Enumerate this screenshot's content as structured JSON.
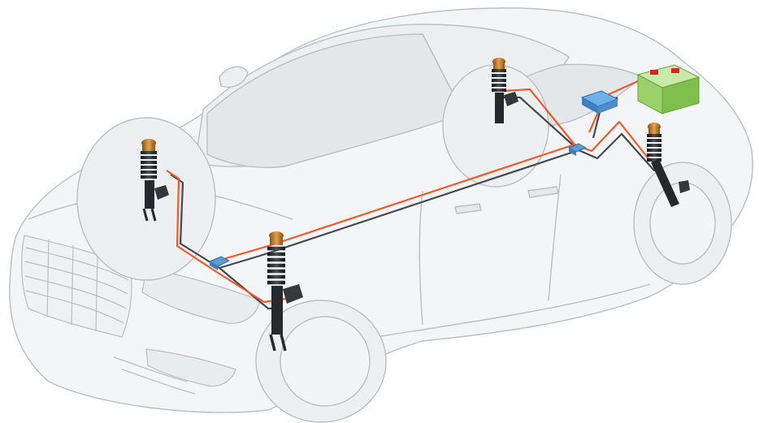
{
  "diagram": {
    "subject": "car-suspension-system",
    "colors": {
      "background": "#ffffff",
      "body_outline": "#b9bfc4",
      "body_fill": "#f4f5f6",
      "glass": "#e3e7ea",
      "wheel_fill": "#eeeff1",
      "wire_orange": "#f05a28",
      "wire_dark": "#444a50",
      "module_blue": "#5b9bd5",
      "battery_green": "#9bd16a",
      "battery_terminal": "#d9232e",
      "spring_dark": "#1f2226",
      "strut_cap": "#c9842a"
    },
    "components": [
      {
        "id": "front-left-strut",
        "icon": "shock-absorber-icon"
      },
      {
        "id": "front-right-strut",
        "icon": "shock-absorber-icon"
      },
      {
        "id": "rear-left-strut",
        "icon": "shock-absorber-icon"
      },
      {
        "id": "rear-right-strut",
        "icon": "shock-absorber-icon"
      },
      {
        "id": "front-control-module",
        "icon": "control-module-icon"
      },
      {
        "id": "rear-control-module",
        "icon": "control-module-icon"
      },
      {
        "id": "main-control-unit",
        "icon": "control-unit-icon"
      },
      {
        "id": "battery",
        "icon": "battery-icon"
      }
    ]
  }
}
